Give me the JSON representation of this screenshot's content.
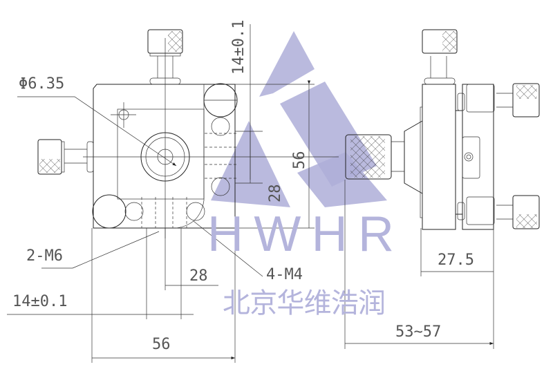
{
  "labels": {
    "bore_diameter": "Φ6.35",
    "top_offset": "14±0.1",
    "height_56": "56",
    "height_28": "28",
    "mount_holes_m6": "2-M6",
    "mount_holes_m4": "4-M4",
    "width_28": "28",
    "left_offset": "14±0.1",
    "width_56": "56",
    "depth_27_5": "27.5",
    "depth_range": "53~57"
  },
  "watermark": {
    "brand": "HWHR",
    "company": "北京华维浩润"
  },
  "colors": {
    "line": "#222222",
    "watermark": "#aeaed8"
  }
}
